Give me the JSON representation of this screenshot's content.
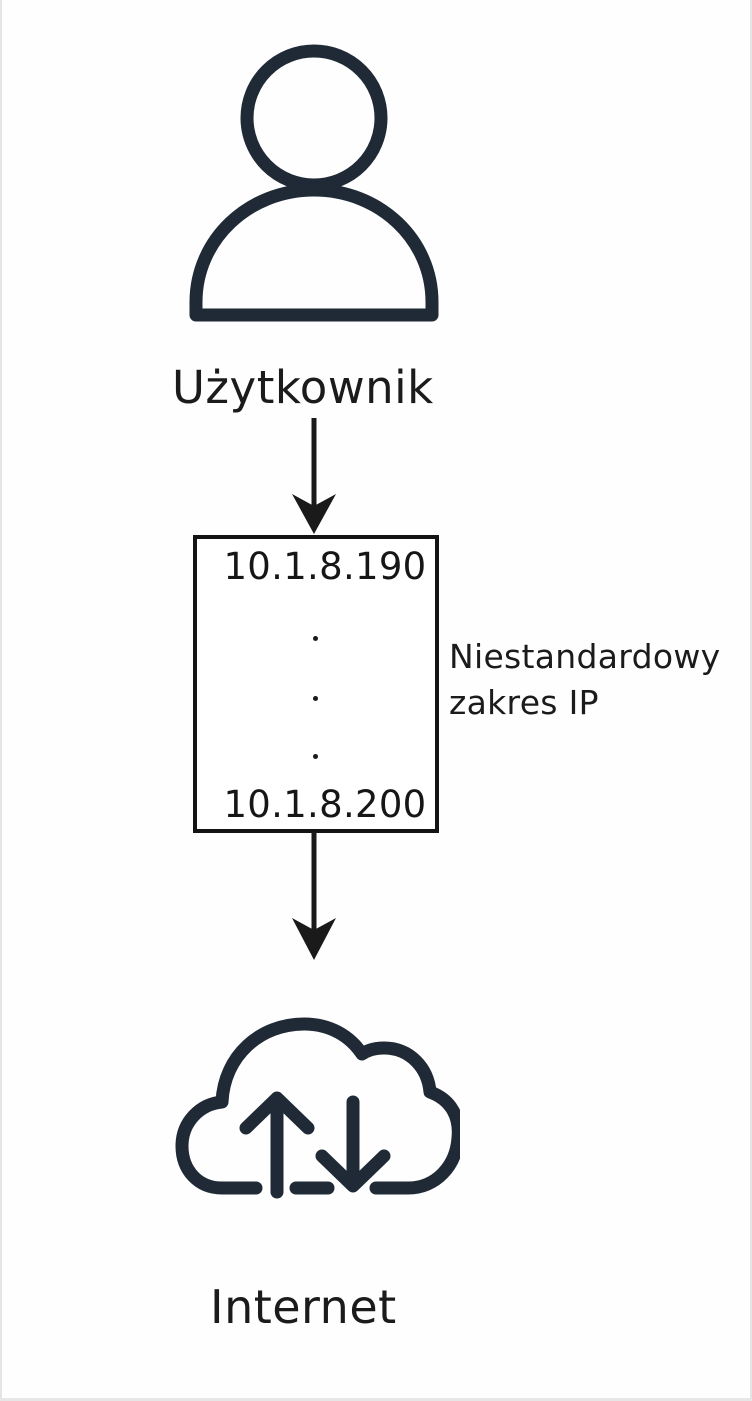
{
  "diagram": {
    "user": {
      "label": "Użytkownik",
      "icon": "user-icon"
    },
    "ip_range": {
      "first": "10.1.8.190",
      "last": "10.1.8.200",
      "ellipsis_dots": [
        ".",
        ".",
        "."
      ],
      "label_line1": "Niestandardowy",
      "label_line2": "zakres IP"
    },
    "internet": {
      "label": "Internet",
      "icon": "cloud-upload-download-icon"
    },
    "colors": {
      "icon_stroke": "#1f2a36",
      "box_border": "#141414",
      "arrow": "#1a1a1a",
      "text": "#1b1b1b",
      "background": "#ffffff"
    }
  }
}
